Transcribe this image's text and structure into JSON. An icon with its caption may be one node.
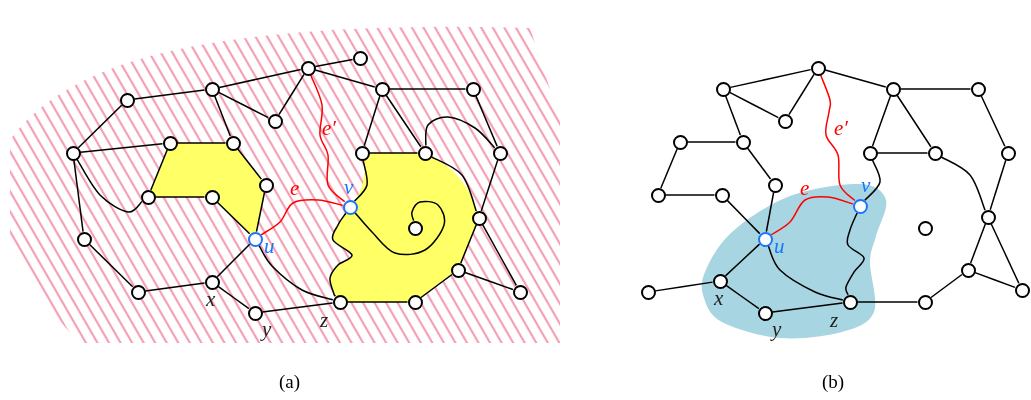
{
  "diagram": {
    "nodes": [
      {
        "text": [],
        "shape": "circle"
      },
      {
        "text": [],
        "shape": "circle"
      },
      {
        "text": [],
        "shape": "circle"
      },
      {
        "text": [],
        "shape": "circle"
      },
      {
        "text": [],
        "shape": "circle"
      },
      {
        "text": [],
        "shape": "circle"
      },
      {
        "text": [],
        "shape": "circle"
      },
      {
        "text": [],
        "shape": "circle"
      },
      {
        "text": [],
        "shape": "circle"
      },
      {
        "text": [],
        "shape": "circle"
      },
      {
        "text": [],
        "shape": "circle"
      },
      {
        "text": [],
        "shape": "circle"
      },
      {
        "text": [],
        "shape": "circle"
      },
      {
        "text": [],
        "shape": "circle"
      },
      {
        "text": [],
        "shape": "circle"
      },
      {
        "text": [],
        "shape": "circle"
      },
      {
        "text": [],
        "shape": "circle",
        "beside": [
          "v"
        ]
      },
      {
        "text": [],
        "shape": "circle",
        "beside": [
          "u"
        ]
      },
      {
        "text": [],
        "shape": "circle"
      },
      {
        "text": [],
        "shape": "circle"
      },
      {
        "text": [],
        "shape": "circle"
      },
      {
        "text": [],
        "shape": "circle"
      },
      {
        "text": [],
        "shape": "circle"
      },
      {
        "text": [],
        "shape": "circle",
        "beside": [
          "x"
        ]
      },
      {
        "text": [],
        "shape": "circle"
      },
      {
        "text": [],
        "shape": "circle",
        "beside": [
          "y"
        ]
      },
      {
        "text": [],
        "shape": "circle",
        "beside": [
          "z"
        ]
      },
      {
        "text": [],
        "shape": "circle"
      },
      {
        "text": [],
        "shape": "circle"
      },
      {
        "text": [],
        "shape": "circle"
      },
      {
        "text": [],
        "shape": "circle"
      },
      {
        "text": [],
        "shape": "circle"
      },
      {
        "text": [],
        "shape": "circle"
      },
      {
        "text": [],
        "shape": "circle"
      },
      {
        "text": [],
        "shape": "circle"
      },
      {
        "text": [],
        "shape": "circle"
      },
      {
        "text": [],
        "shape": "circle"
      },
      {
        "text": [],
        "shape": "circle"
      },
      {
        "text": [],
        "shape": "circle"
      },
      {
        "text": [],
        "shape": "circle"
      },
      {
        "text": [],
        "shape": "circle"
      },
      {
        "text": [],
        "shape": "circle",
        "beside": [
          "v"
        ]
      },
      {
        "text": [],
        "shape": "circle",
        "beside": [
          "u"
        ]
      },
      {
        "text": [],
        "shape": "circle"
      },
      {
        "text": [],
        "shape": "circle"
      },
      {
        "text": [],
        "shape": "circle"
      },
      {
        "text": [],
        "shape": "circle"
      },
      {
        "text": [],
        "shape": "circle",
        "beside": [
          "x"
        ]
      },
      {
        "text": [],
        "shape": "circle"
      },
      {
        "text": [],
        "shape": "circle",
        "beside": [
          "y"
        ]
      },
      {
        "text": [],
        "shape": "circle",
        "beside": [
          "z"
        ]
      },
      {
        "text": [],
        "shape": "circle"
      }
    ],
    "edges": [
      {
        "from": 1,
        "to": 0,
        "arrow": "none"
      },
      {
        "from": 1,
        "to": 2,
        "arrow": "none"
      },
      {
        "from": 1,
        "to": 4,
        "arrow": "none"
      },
      {
        "from": 1,
        "to": 5,
        "arrow": "none"
      },
      {
        "from": 2,
        "to": 3,
        "arrow": "none"
      },
      {
        "from": 2,
        "to": 4,
        "arrow": "none"
      },
      {
        "from": 2,
        "to": 9,
        "arrow": "none"
      },
      {
        "from": 3,
        "to": 7,
        "arrow": "none"
      },
      {
        "from": 7,
        "to": 8,
        "arrow": "none"
      },
      {
        "from": 7,
        "to": 14,
        "arrow": "none"
      },
      {
        "from": 7,
        "to": 18,
        "arrow": "none"
      },
      {
        "from": 8,
        "to": 9,
        "arrow": "none"
      },
      {
        "from": 8,
        "to": 14,
        "arrow": "none"
      },
      {
        "from": 9,
        "to": 13,
        "arrow": "none"
      },
      {
        "from": 14,
        "to": 15,
        "arrow": "none"
      },
      {
        "from": 15,
        "to": 17,
        "arrow": "none"
      },
      {
        "from": 13,
        "to": 17,
        "arrow": "none"
      },
      {
        "from": 17,
        "to": 16,
        "arrow": "none",
        "label": "e",
        "color": "#ff0000"
      },
      {
        "from": 1,
        "to": 16,
        "arrow": "none",
        "label": "e′",
        "color": "#ff0000"
      },
      {
        "from": 5,
        "to": 6,
        "arrow": "none"
      },
      {
        "from": 5,
        "to": 10,
        "arrow": "none"
      },
      {
        "from": 5,
        "to": 11,
        "arrow": "none"
      },
      {
        "from": 6,
        "to": 12,
        "arrow": "none"
      },
      {
        "from": 10,
        "to": 11,
        "arrow": "none"
      },
      {
        "from": 11,
        "to": 20,
        "arrow": "none"
      },
      {
        "from": 11,
        "to": 12,
        "arrow": "none"
      },
      {
        "from": 12,
        "to": 20,
        "arrow": "none"
      },
      {
        "from": 16,
        "to": 10,
        "arrow": "none"
      },
      {
        "from": 16,
        "to": 19,
        "arrow": "none"
      },
      {
        "from": 16,
        "to": 26,
        "arrow": "none"
      },
      {
        "from": 17,
        "to": 23,
        "arrow": "none"
      },
      {
        "from": 17,
        "to": 26,
        "arrow": "none"
      },
      {
        "from": 18,
        "to": 22,
        "arrow": "none"
      },
      {
        "from": 22,
        "to": 23,
        "arrow": "none"
      },
      {
        "from": 23,
        "to": 25,
        "arrow": "none"
      },
      {
        "from": 25,
        "to": 26,
        "arrow": "none"
      },
      {
        "from": 26,
        "to": 27,
        "arrow": "none"
      },
      {
        "from": 27,
        "to": 21,
        "arrow": "none"
      },
      {
        "from": 21,
        "to": 20,
        "arrow": "none"
      },
      {
        "from": 21,
        "to": 24,
        "arrow": "none"
      },
      {
        "from": 20,
        "to": 24,
        "arrow": "none"
      },
      {
        "from": 28,
        "to": 29,
        "arrow": "none"
      },
      {
        "from": 28,
        "to": 32,
        "arrow": "none"
      },
      {
        "from": 28,
        "to": 30,
        "arrow": "none"
      },
      {
        "from": 28,
        "to": 41,
        "arrow": "none",
        "label": "e′",
        "color": "#ff0000"
      },
      {
        "from": 29,
        "to": 32,
        "arrow": "none"
      },
      {
        "from": 29,
        "to": 34,
        "arrow": "none"
      },
      {
        "from": 30,
        "to": 31,
        "arrow": "none"
      },
      {
        "from": 30,
        "to": 35,
        "arrow": "none"
      },
      {
        "from": 30,
        "to": 36,
        "arrow": "none"
      },
      {
        "from": 35,
        "to": 36,
        "arrow": "none"
      },
      {
        "from": 31,
        "to": 37,
        "arrow": "none"
      },
      {
        "from": 33,
        "to": 34,
        "arrow": "none"
      },
      {
        "from": 33,
        "to": 39,
        "arrow": "none"
      },
      {
        "from": 39,
        "to": 40,
        "arrow": "none"
      },
      {
        "from": 40,
        "to": 42,
        "arrow": "none"
      },
      {
        "from": 34,
        "to": 38,
        "arrow": "none"
      },
      {
        "from": 38,
        "to": 42,
        "arrow": "none"
      },
      {
        "from": 42,
        "to": 41,
        "arrow": "none",
        "label": "e",
        "color": "#ff0000"
      },
      {
        "from": 35,
        "to": 41,
        "arrow": "none"
      },
      {
        "from": 41,
        "to": 50,
        "arrow": "none"
      },
      {
        "from": 42,
        "to": 47,
        "arrow": "none"
      },
      {
        "from": 42,
        "to": 50,
        "arrow": "none"
      },
      {
        "from": 46,
        "to": 47,
        "arrow": "none"
      },
      {
        "from": 47,
        "to": 49,
        "arrow": "none"
      },
      {
        "from": 49,
        "to": 50,
        "arrow": "none"
      },
      {
        "from": 50,
        "to": 51,
        "arrow": "none"
      },
      {
        "from": 51,
        "to": 45,
        "arrow": "none"
      },
      {
        "from": 45,
        "to": 44,
        "arrow": "none"
      },
      {
        "from": 45,
        "to": 48,
        "arrow": "none"
      },
      {
        "from": 44,
        "to": 48,
        "arrow": "none"
      },
      {
        "from": 36,
        "to": 44,
        "arrow": "none"
      },
      {
        "from": 37,
        "to": 44,
        "arrow": "none"
      }
    ],
    "labels": [
      "(a)",
      "(b)"
    ]
  }
}
